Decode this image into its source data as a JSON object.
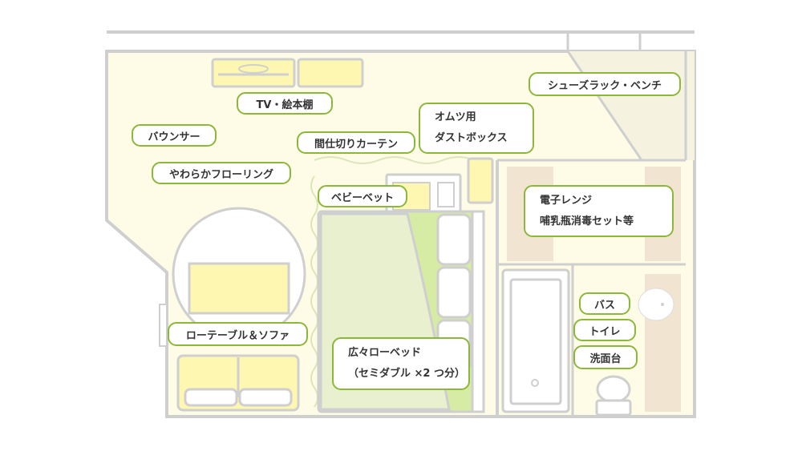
{
  "labels": {
    "tv_shelf": "TV・絵本棚",
    "bouncer": "バウンサー",
    "flooring": "やわらかフローリング",
    "curtain": "間仕切りカーテン",
    "diaper_box": [
      "オムツ用",
      "ダストボックス"
    ],
    "shoe_rack": "シューズラック・ベンチ",
    "baby_bed": "ベビーベット",
    "microwave": [
      "電子レンジ",
      "哺乳瓶消毒セット等"
    ],
    "table_sofa": "ローテーブル＆ソファ",
    "bath": "バス",
    "toilet": "トイレ",
    "washbasin": "洗面台",
    "low_bed": [
      "広々ローベッド",
      "（セミダブル ×2 つ分）"
    ]
  },
  "colors": {
    "floor": "#fefbe6",
    "wall": "#cfcfcf",
    "furniture": "#fdf7b2",
    "bed_green": "#d6eba3",
    "bed_inner": "#e8f0d0",
    "kitchen": "#f1e4d0",
    "label_border": "#8cb83a"
  }
}
